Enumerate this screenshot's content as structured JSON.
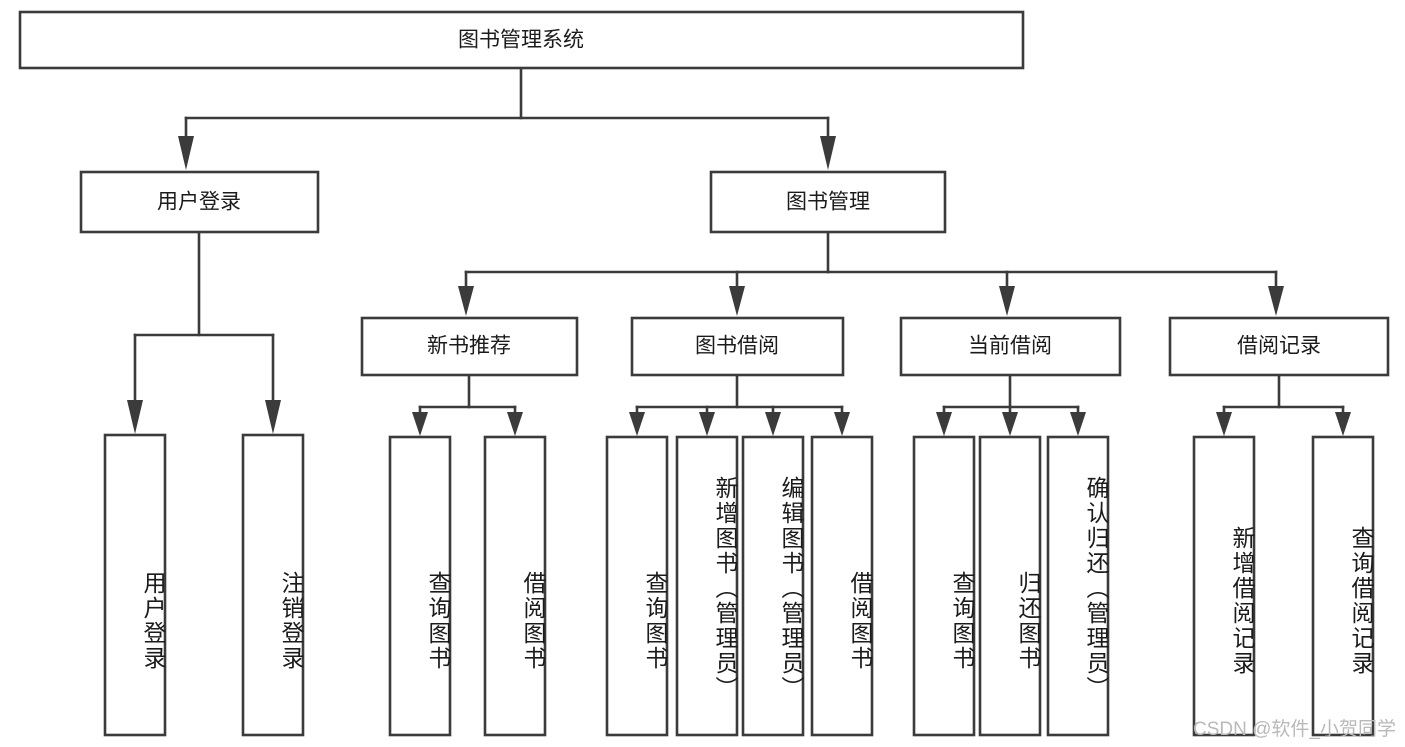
{
  "diagram": {
    "title": "图书管理系统",
    "type": "tree",
    "root": {
      "id": "root",
      "label": "图书管理系统",
      "orientation": "horizontal"
    },
    "level2": [
      {
        "id": "user-login",
        "label": "用户登录",
        "orientation": "horizontal"
      },
      {
        "id": "book-manage",
        "label": "图书管理",
        "orientation": "horizontal"
      }
    ],
    "level3": [
      {
        "id": "new-book-rec",
        "label": "新书推荐",
        "orientation": "horizontal",
        "parent": "book-manage"
      },
      {
        "id": "book-borrow",
        "label": "图书借阅",
        "orientation": "horizontal",
        "parent": "book-manage"
      },
      {
        "id": "current-borrow",
        "label": "当前借阅",
        "orientation": "horizontal",
        "parent": "book-manage"
      },
      {
        "id": "borrow-record",
        "label": "借阅记录",
        "orientation": "horizontal",
        "parent": "book-manage"
      }
    ],
    "leaves": [
      {
        "id": "leaf-user-login",
        "label": "用户登录",
        "orientation": "vertical",
        "parent": "user-login"
      },
      {
        "id": "leaf-user-logout",
        "label": "注销登录",
        "orientation": "vertical",
        "parent": "user-login"
      },
      {
        "id": "leaf-query-book-1",
        "label": "查询图书",
        "orientation": "vertical",
        "parent": "new-book-rec"
      },
      {
        "id": "leaf-borrow-book-1",
        "label": "借阅图书",
        "orientation": "vertical",
        "parent": "new-book-rec"
      },
      {
        "id": "leaf-query-book-2",
        "label": "查询图书",
        "orientation": "vertical",
        "parent": "book-borrow"
      },
      {
        "id": "leaf-add-book",
        "label": "新增图书（管理员）",
        "orientation": "vertical",
        "parent": "book-borrow"
      },
      {
        "id": "leaf-edit-book",
        "label": "编辑图书（管理员）",
        "orientation": "vertical",
        "parent": "book-borrow"
      },
      {
        "id": "leaf-borrow-book-2",
        "label": "借阅图书",
        "orientation": "vertical",
        "parent": "book-borrow"
      },
      {
        "id": "leaf-query-book-3",
        "label": "查询图书",
        "orientation": "vertical",
        "parent": "current-borrow"
      },
      {
        "id": "leaf-return-book",
        "label": "归还图书",
        "orientation": "vertical",
        "parent": "current-borrow"
      },
      {
        "id": "leaf-confirm-return",
        "label": "确认归还（管理员）",
        "orientation": "vertical",
        "parent": "current-borrow"
      },
      {
        "id": "leaf-add-record",
        "label": "新增借阅记录",
        "orientation": "vertical",
        "parent": "borrow-record"
      },
      {
        "id": "leaf-query-record",
        "label": "查询借阅记录",
        "orientation": "vertical",
        "parent": "borrow-record"
      }
    ],
    "colors": {
      "background": "#ffffff",
      "box_fill": "#ffffff",
      "box_stroke": "#3b3b3b",
      "text": "#1b1b1b",
      "watermark": "#b9b9b9"
    }
  },
  "watermark": {
    "text": "CSDN @软件_小贺同学"
  }
}
